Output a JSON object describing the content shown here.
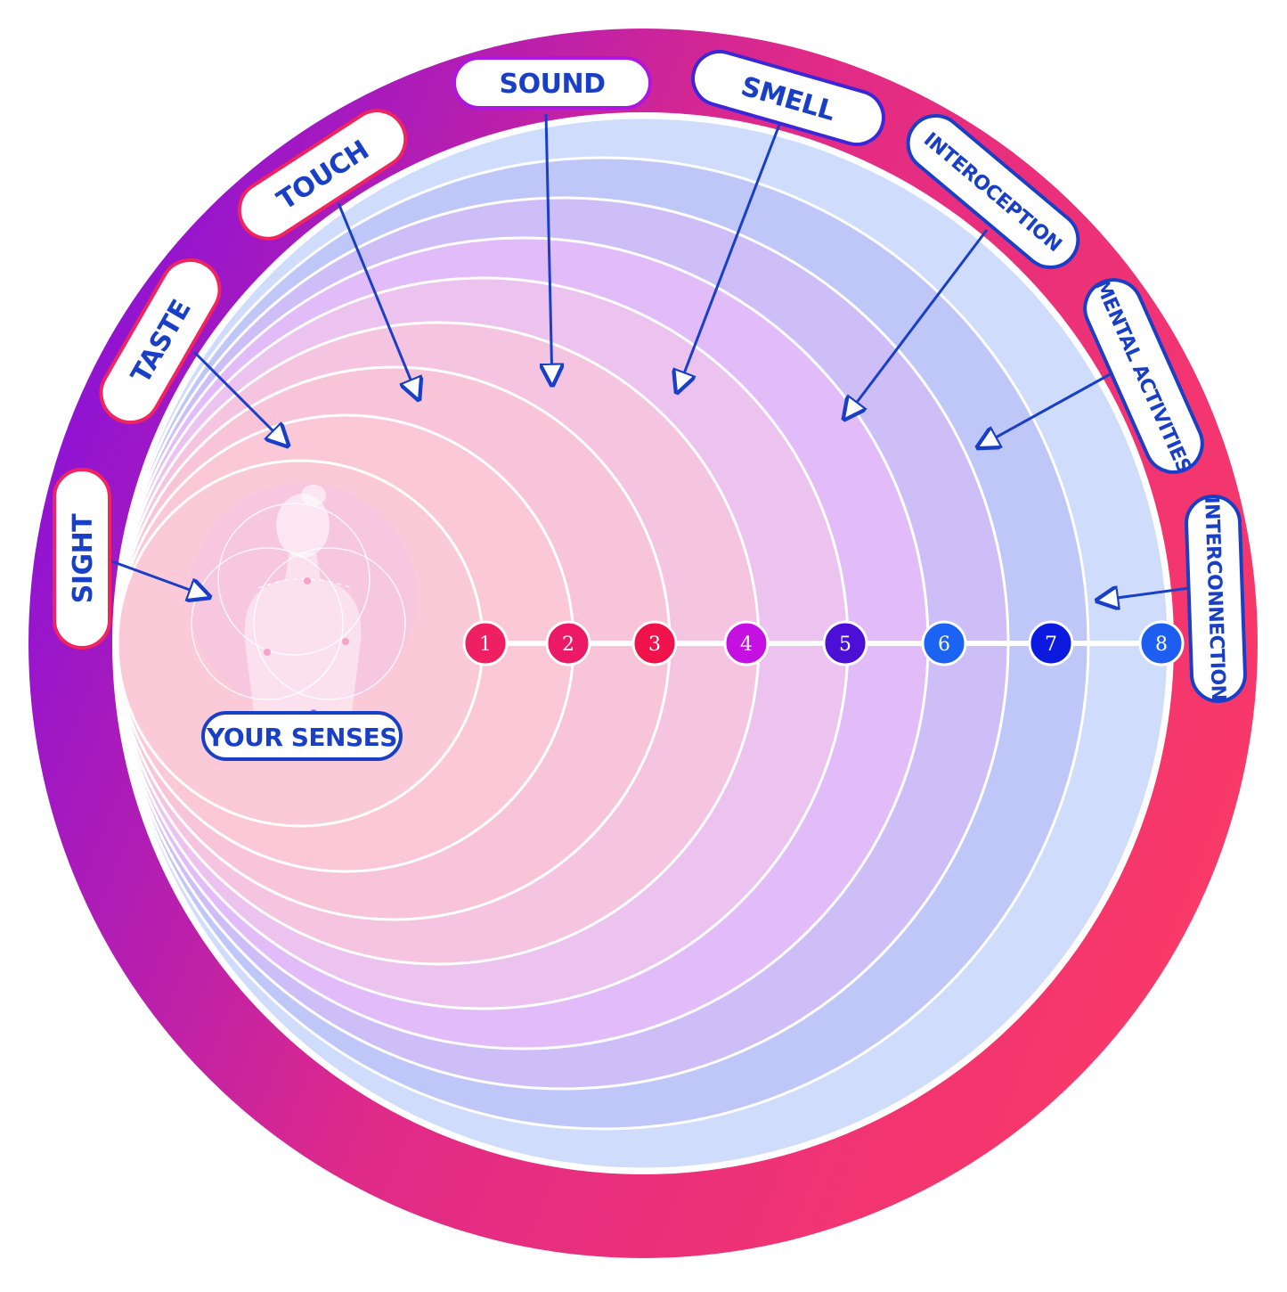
{
  "center_label": "YOUR SENSES",
  "senses": [
    {
      "id": "sight",
      "label": "SIGHT"
    },
    {
      "id": "taste",
      "label": "TASTE"
    },
    {
      "id": "touch",
      "label": "TOUCH"
    },
    {
      "id": "sound",
      "label": "SOUND"
    },
    {
      "id": "smell",
      "label": "SMELL"
    },
    {
      "id": "interoception",
      "label": "INTEROCEPTION"
    },
    {
      "id": "mental",
      "label": "MENTAL ACTIVITIES"
    },
    {
      "id": "interconnection",
      "label": "INTERCONNECTION"
    }
  ],
  "levels": [
    {
      "label": "1",
      "color": "#ee1f63"
    },
    {
      "label": "2",
      "color": "#ec1a66"
    },
    {
      "label": "3",
      "color": "#f0124a"
    },
    {
      "label": "4",
      "color": "#c410e0"
    },
    {
      "label": "5",
      "color": "#4b0fd6"
    },
    {
      "label": "6",
      "color": "#1b63f2"
    },
    {
      "label": "7",
      "color": "#0c1ae0"
    },
    {
      "label": "8",
      "color": "#1d5ef0"
    }
  ],
  "colors": {
    "ring_start": "#8a12d8",
    "ring_end": "#fb3a66",
    "label_text": "#1a3fc7",
    "arrow": "#1a3fc7"
  }
}
